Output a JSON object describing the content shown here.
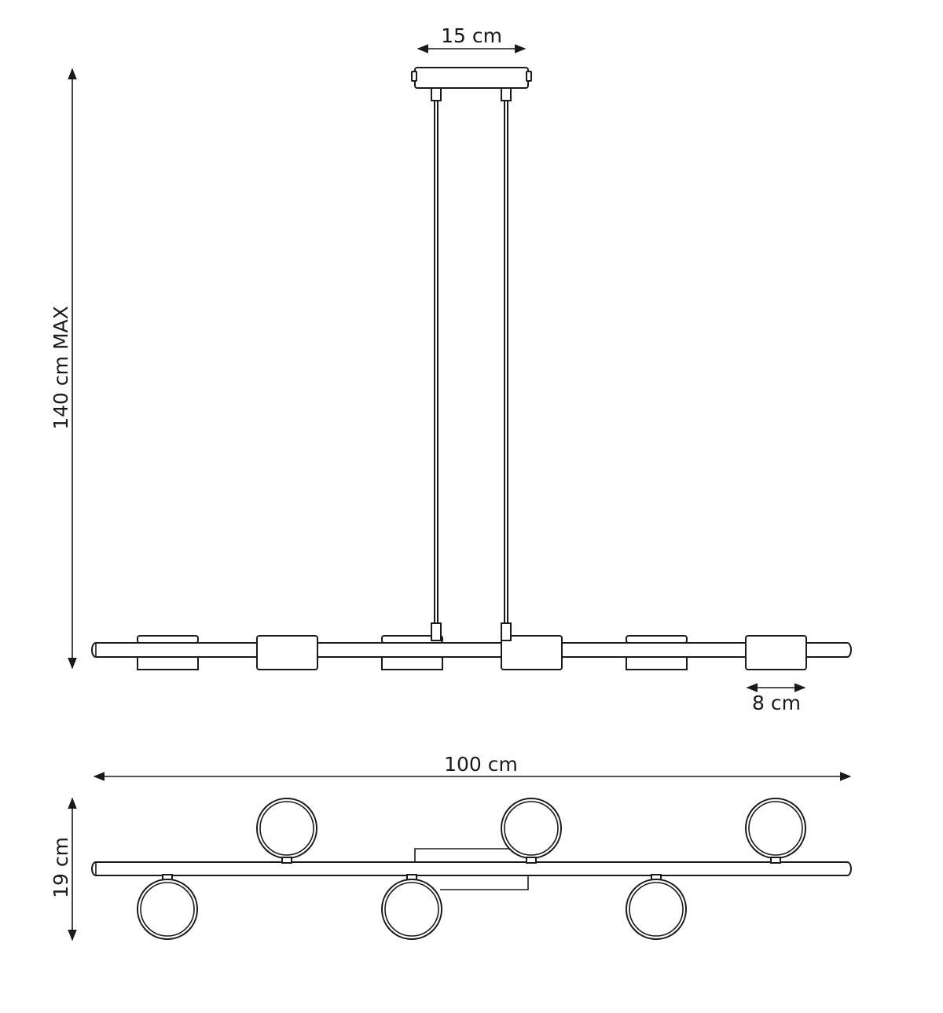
{
  "dimensions": {
    "canopy_width": "15 cm",
    "max_height": "140 cm MAX",
    "shade_width": "8 cm",
    "total_length": "100 cm",
    "depth": "19 cm"
  },
  "colors": {
    "line": "#1a1a1a",
    "background": "#ffffff"
  }
}
